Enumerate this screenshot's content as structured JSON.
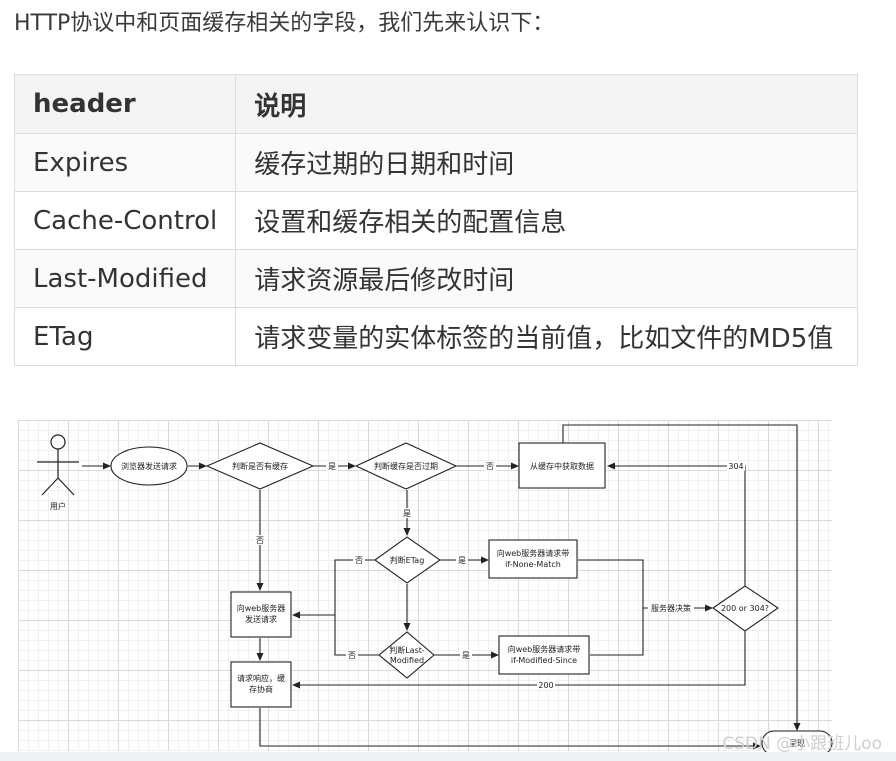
{
  "intro": "HTTP协议中和页面缓存相关的字段，我们先来认识下：",
  "table": {
    "headers": [
      "header",
      "说明"
    ],
    "rows": [
      [
        "Expires",
        "缓存过期的日期和时间"
      ],
      [
        "Cache-Control",
        "设置和缓存相关的配置信息"
      ],
      [
        "Last-Modified",
        "请求资源最后修改时间"
      ],
      [
        "ETag",
        "请求变量的实体标签的当前值，比如文件的MD5值"
      ]
    ]
  },
  "flow": {
    "user": "用户",
    "browser_send": "浏览器发送请求",
    "has_cache": "判断是否有缓存",
    "yes1": "是",
    "expired": "判断缓存是否过期",
    "no1": "否",
    "get_cache": "从缓存中获取数据",
    "code304": "304",
    "yes2": "是",
    "no2": "否",
    "judge_etag": "判断ETag",
    "yes3": "是",
    "req_etag_1": "向web服务器请求带",
    "req_etag_2": "if-None-Match",
    "no3": "否",
    "send_web_1": "向web服务器",
    "send_web_2": "发送请求",
    "server_decide": "服务器决策",
    "status_check": "200 or 304?",
    "judge_lm_1": "判断Last-",
    "judge_lm_2": "Modified",
    "no4": "否",
    "yes4": "是",
    "req_lm_1": "向web服务器请求带",
    "req_lm_2": "if-Modified-Since",
    "response_1": "请求响应，缓",
    "response_2": "存协商",
    "code200": "200",
    "present": "呈现"
  },
  "watermark": "CSDN @小跟班儿oo"
}
